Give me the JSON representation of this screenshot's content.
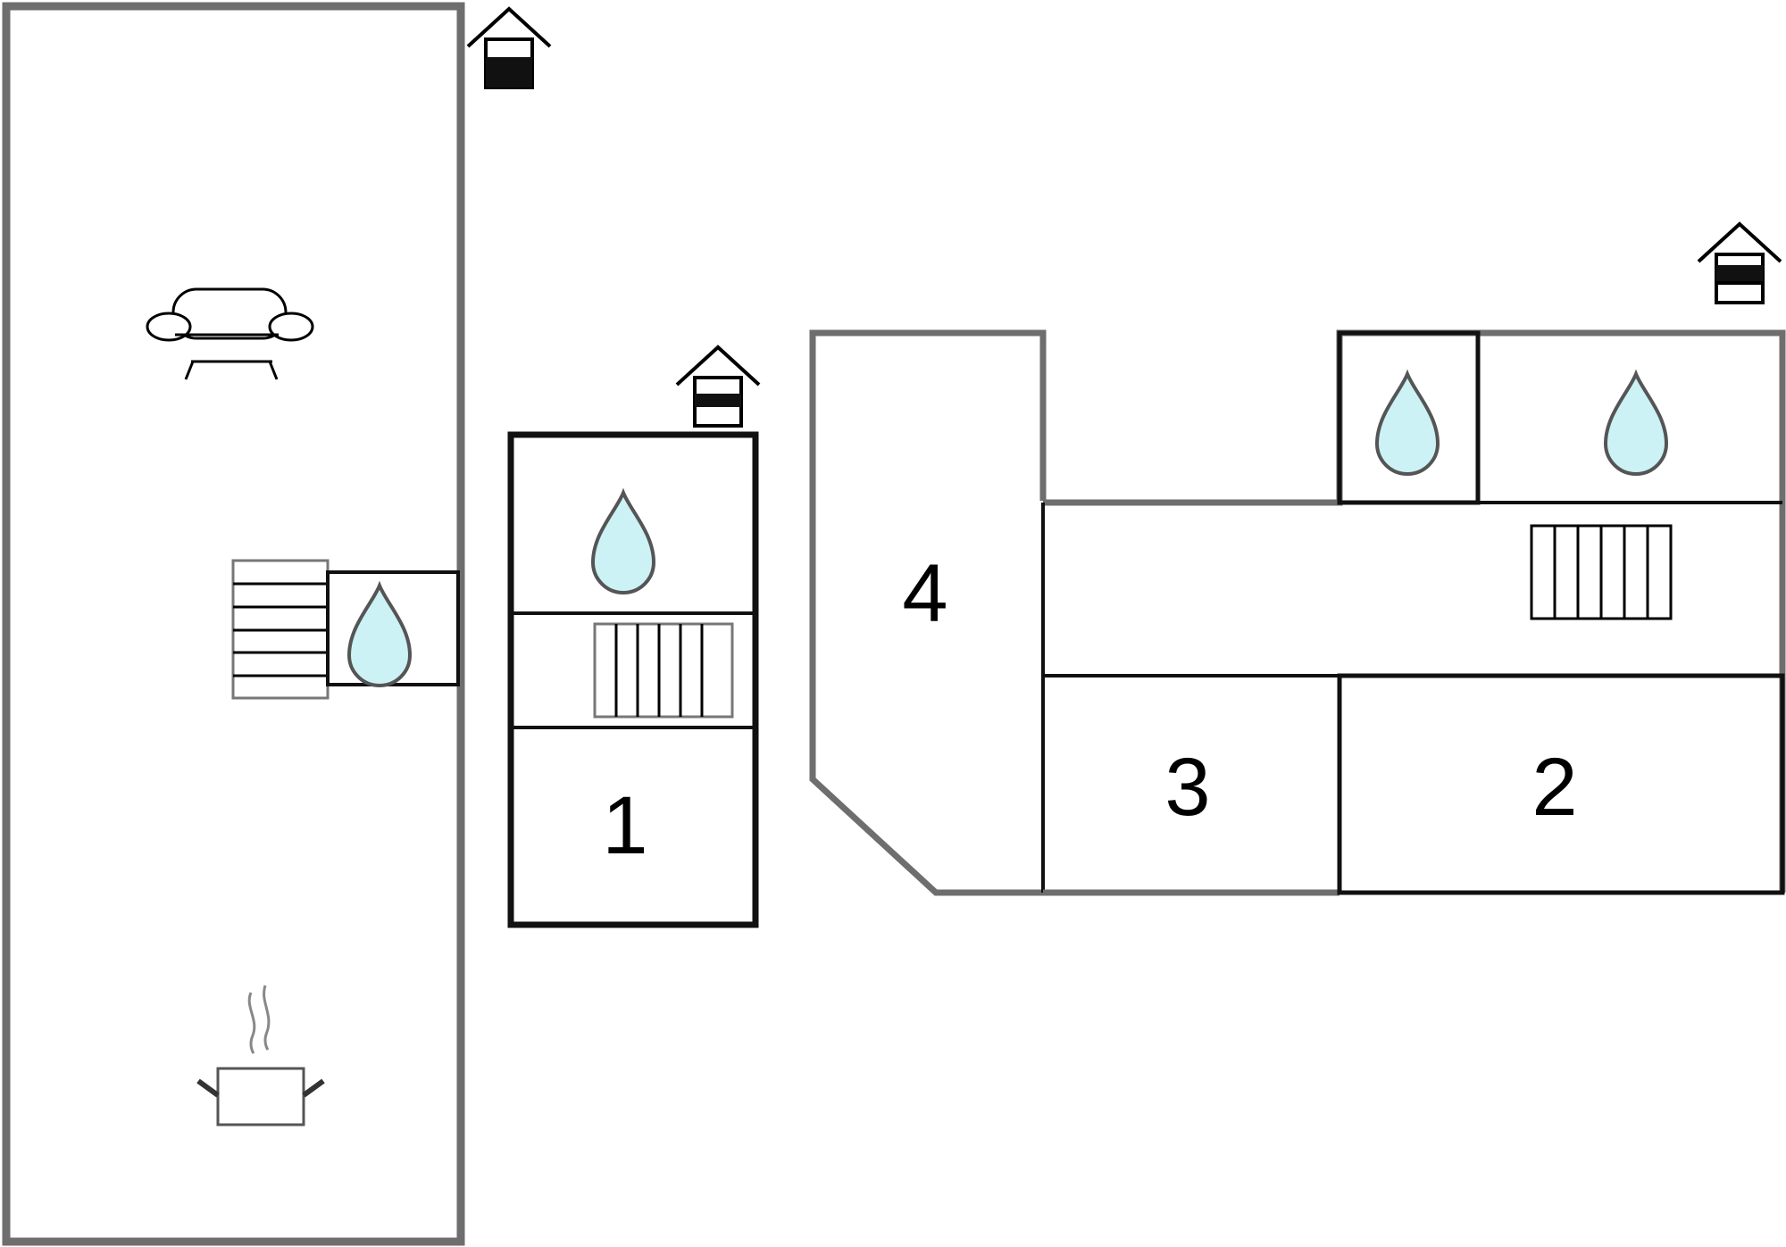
{
  "floorplan": {
    "rooms": [
      {
        "id": "room-1",
        "label": "1"
      },
      {
        "id": "room-2",
        "label": "2"
      },
      {
        "id": "room-3",
        "label": "3"
      },
      {
        "id": "room-4",
        "label": "4"
      }
    ],
    "icons": {
      "level_marker": "level-marker-icon",
      "water_drop": "water-drop-icon",
      "stairs": "stairs-icon",
      "sofa": "sofa-icon",
      "cooking_pot": "cooking-pot-icon"
    },
    "colors": {
      "wall_dark": "#111111",
      "wall_grey": "#6e6e6e",
      "water_fill": "#ccf2f5",
      "water_stroke": "#555555"
    }
  }
}
